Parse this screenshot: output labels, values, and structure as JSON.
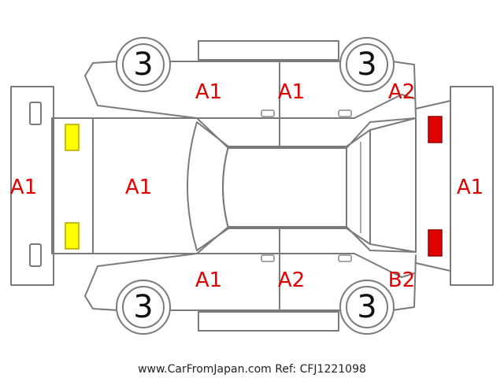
{
  "colors": {
    "damage_text": "#e00000",
    "wheel_text": "#111111",
    "outline": "#7a7a7a",
    "front_light_fill": "#ffff00",
    "front_light_stroke": "#b8a400",
    "rear_light_fill": "#e00000",
    "rear_light_stroke": "#990000"
  },
  "wheels": {
    "front_left": "3",
    "rear_left": "3",
    "front_right": "3",
    "rear_right": "3"
  },
  "panels": {
    "front_bumper": "A1",
    "hood": "A1",
    "left_front_door": "A1",
    "left_rear_door": "A1",
    "left_rear_quarter": "A2",
    "rear_bumper": "A1",
    "right_front_door": "A1",
    "right_rear_door": "A2",
    "right_rear_quarter": "B2"
  },
  "footer": "www.CarFromJapan.com Ref: CFJ1221098"
}
